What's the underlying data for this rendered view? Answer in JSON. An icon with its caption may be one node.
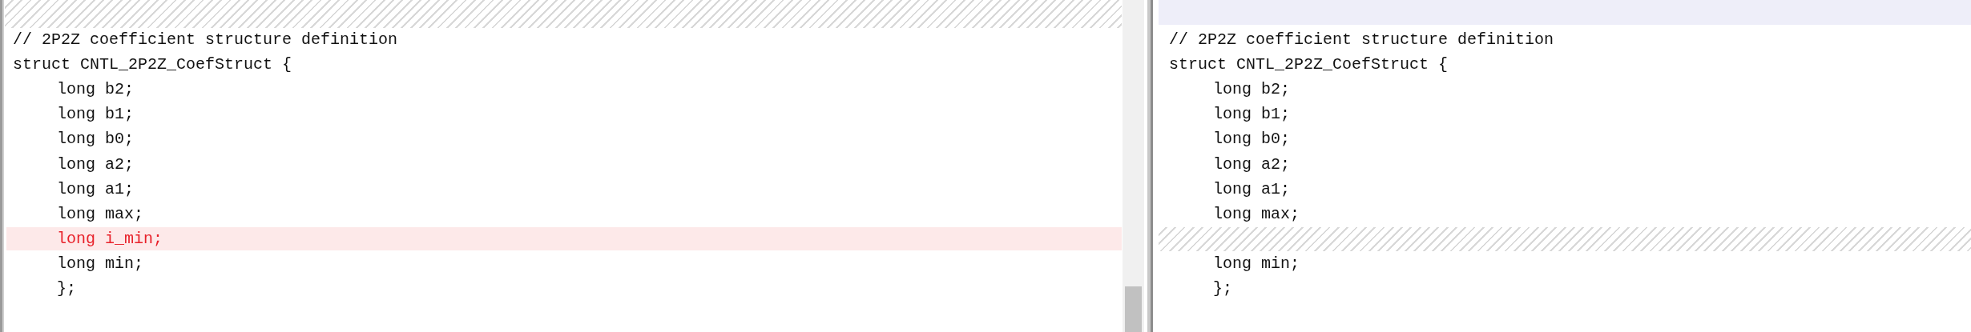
{
  "diagram": {
    "labels": [
      "// 2P2Z coefficient structure definition",
      "struct CNTL_2P2Z_CoefStruct {",
      "long b2;",
      "long b1;",
      "long b0;",
      "long a2;",
      "long a1;",
      "long max;",
      "long i_min;",
      "long min;",
      "};",
      "// 2P2Z coefficient structure definition",
      "struct CNTL_2P2Z_CoefStruct {",
      "long b2;",
      "long b1;",
      "long b0;",
      "long a2;",
      "long a1;",
      "long max;",
      "long min;",
      "};"
    ]
  }
}
